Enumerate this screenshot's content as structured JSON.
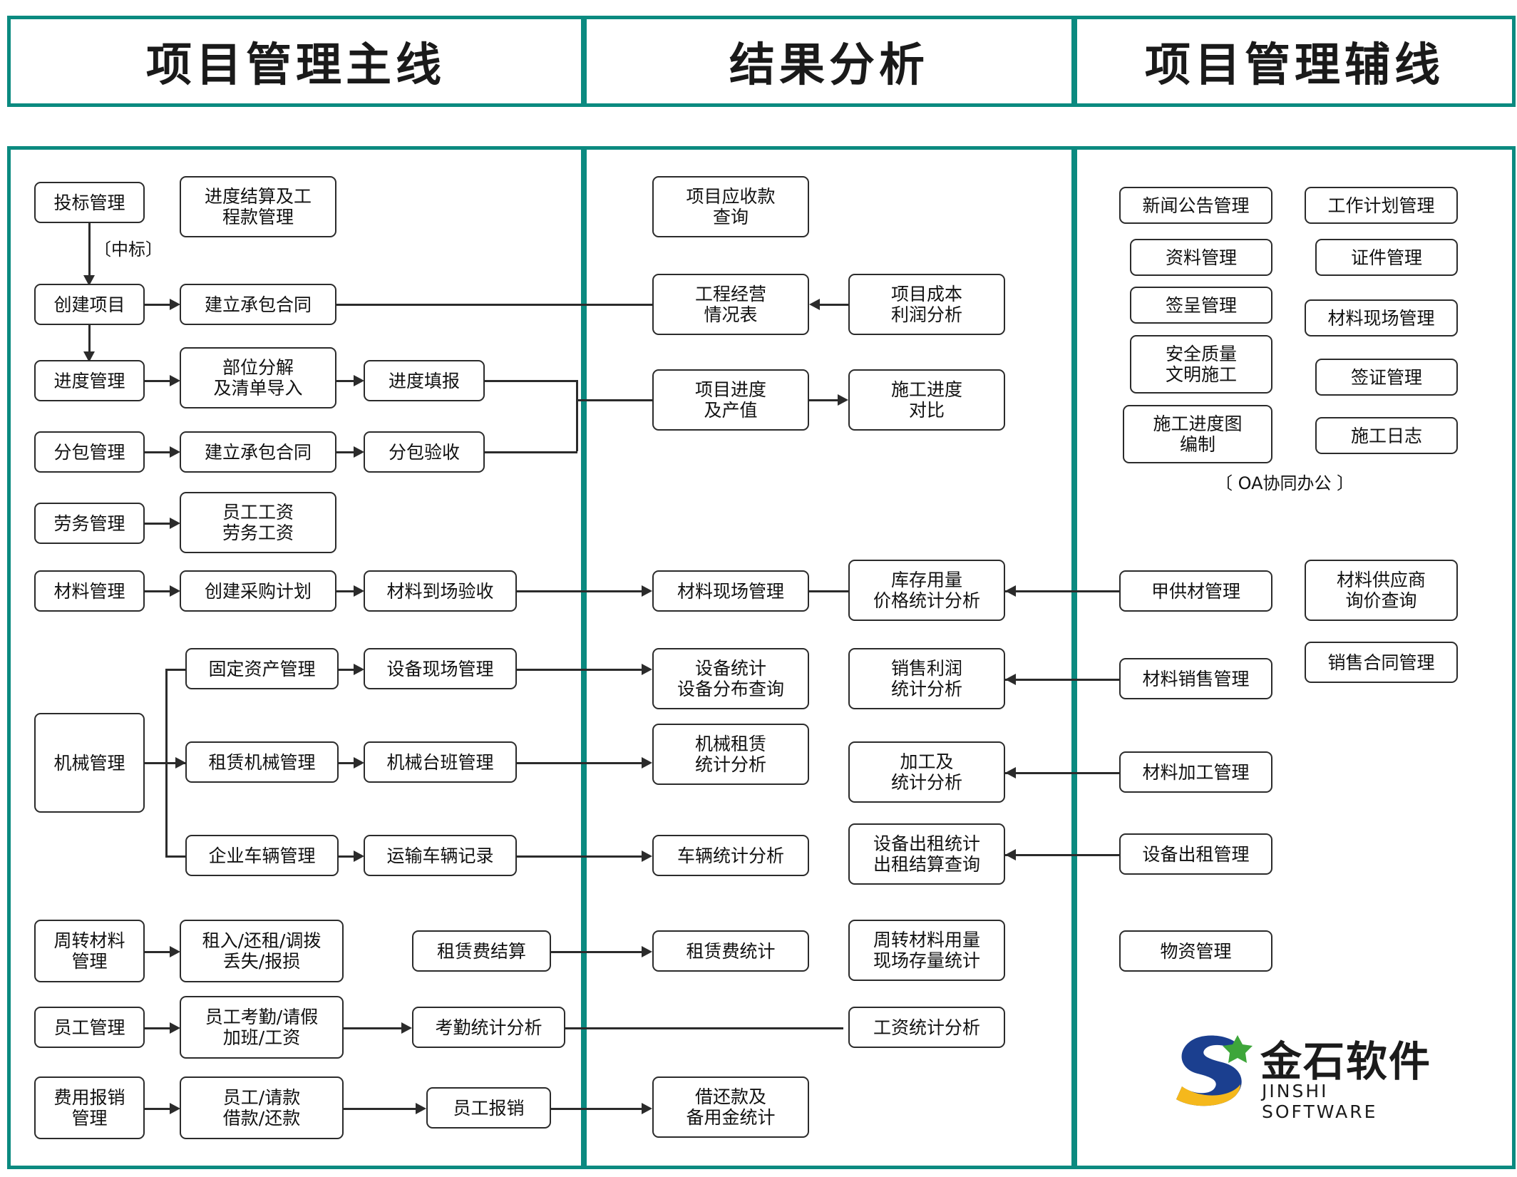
{
  "header": {
    "columns": [
      {
        "title": "项目管理主线"
      },
      {
        "title": "结果分析"
      },
      {
        "title": "项目管理辅线"
      }
    ]
  },
  "labels": {
    "win_bid": "〔中标〕",
    "oa": "〔 OA协同办公 〕"
  },
  "main_line": {
    "nodes": [
      {
        "id": "bid_mgmt",
        "label": "投标管理"
      },
      {
        "id": "progress_settle",
        "label": "进度结算及工\n程款管理"
      },
      {
        "id": "create_project",
        "label": "创建项目"
      },
      {
        "id": "build_contract_1",
        "label": "建立承包合同"
      },
      {
        "id": "progress_mgmt",
        "label": "进度管理"
      },
      {
        "id": "part_decompose",
        "label": "部位分解\n及清单导入"
      },
      {
        "id": "progress_fill",
        "label": "进度填报"
      },
      {
        "id": "subcontract_mgmt",
        "label": "分包管理"
      },
      {
        "id": "build_contract_2",
        "label": "建立承包合同"
      },
      {
        "id": "subcontract_accept",
        "label": "分包验收"
      },
      {
        "id": "labor_mgmt",
        "label": "劳务管理"
      },
      {
        "id": "staff_wage",
        "label": "员工工资\n劳务工资"
      },
      {
        "id": "material_mgmt",
        "label": "材料管理"
      },
      {
        "id": "create_purchase",
        "label": "创建采购计划"
      },
      {
        "id": "material_arrival",
        "label": "材料到场验收"
      },
      {
        "id": "machine_mgmt",
        "label": "机械管理"
      },
      {
        "id": "fixed_asset",
        "label": "固定资产管理"
      },
      {
        "id": "equip_site",
        "label": "设备现场管理"
      },
      {
        "id": "lease_machine",
        "label": "租赁机械管理"
      },
      {
        "id": "machine_shift",
        "label": "机械台班管理"
      },
      {
        "id": "company_vehicle",
        "label": "企业车辆管理"
      },
      {
        "id": "transport_record",
        "label": "运输车辆记录"
      },
      {
        "id": "turnover_material",
        "label": "周转材料\n管理"
      },
      {
        "id": "rent_return",
        "label": "租入/还租/调拨\n丢失/报损"
      },
      {
        "id": "rent_fee_settle",
        "label": "租赁费结算"
      },
      {
        "id": "staff_mgmt",
        "label": "员工管理"
      },
      {
        "id": "attendance_leave",
        "label": "员工考勤/请假\n加班/工资"
      },
      {
        "id": "attendance_stat",
        "label": "考勤统计分析"
      },
      {
        "id": "expense_reimburse",
        "label": "费用报销\n管理"
      },
      {
        "id": "staff_loan",
        "label": "员工/请款\n借款/还款"
      },
      {
        "id": "staff_reimburse",
        "label": "员工报销"
      }
    ]
  },
  "result_analysis": {
    "nodes": [
      {
        "id": "receivable_query",
        "label": "项目应收款\n查询"
      },
      {
        "id": "operation_table",
        "label": "工程经营\n情况表"
      },
      {
        "id": "cost_profit",
        "label": "项目成本\n利润分析"
      },
      {
        "id": "progress_output",
        "label": "项目进度\n及产值"
      },
      {
        "id": "construction_cmp",
        "label": "施工进度\n对比"
      },
      {
        "id": "material_site_mgmt",
        "label": "材料现场管理"
      },
      {
        "id": "stock_price_stat",
        "label": "库存用量\n价格统计分析"
      },
      {
        "id": "equip_stat",
        "label": "设备统计\n设备分布查询"
      },
      {
        "id": "sales_profit_stat",
        "label": "销售利润\n统计分析"
      },
      {
        "id": "machine_lease_stat",
        "label": "机械租赁\n统计分析"
      },
      {
        "id": "process_stat",
        "label": "加工及\n统计分析"
      },
      {
        "id": "vehicle_stat",
        "label": "车辆统计分析"
      },
      {
        "id": "equip_rent_stat",
        "label": "设备出租统计\n出租结算查询"
      },
      {
        "id": "rent_fee_stat",
        "label": "租赁费统计"
      },
      {
        "id": "turnover_stock",
        "label": "周转材料用量\n现场存量统计"
      },
      {
        "id": "wage_stat",
        "label": "工资统计分析"
      },
      {
        "id": "loan_reserve_stat",
        "label": "借还款及\n备用金统计"
      }
    ]
  },
  "aux_line": {
    "nodes": [
      {
        "id": "news_notice",
        "label": "新闻公告管理"
      },
      {
        "id": "work_plan",
        "label": "工作计划管理"
      },
      {
        "id": "doc_mgmt",
        "label": "资料管理"
      },
      {
        "id": "certificate_mgmt",
        "label": "证件管理"
      },
      {
        "id": "approval_mgmt",
        "label": "签呈管理"
      },
      {
        "id": "material_site_aux",
        "label": "材料现场管理"
      },
      {
        "id": "safety_quality",
        "label": "安全质量\n文明施工"
      },
      {
        "id": "visa_mgmt",
        "label": "签证管理"
      },
      {
        "id": "schedule_chart",
        "label": "施工进度图\n编制"
      },
      {
        "id": "construction_log",
        "label": "施工日志"
      },
      {
        "id": "owner_material",
        "label": "甲供材管理"
      },
      {
        "id": "supplier_quote",
        "label": "材料供应商\n询价查询"
      },
      {
        "id": "sales_contract",
        "label": "销售合同管理"
      },
      {
        "id": "material_sales",
        "label": "材料销售管理"
      },
      {
        "id": "material_process",
        "label": "材料加工管理"
      },
      {
        "id": "equip_rent_mgmt",
        "label": "设备出租管理"
      },
      {
        "id": "supplies_mgmt",
        "label": "物资管理"
      }
    ]
  },
  "logo": {
    "cn": "金石软件",
    "en": "JINSHI SOFTWARE",
    "mark": "S"
  },
  "colors": {
    "accent": "#0b8a80",
    "line": "#2b2b2b",
    "logo_blue": "#1b3f8f",
    "logo_yellow": "#f5b81c",
    "logo_green": "#3ea63a"
  }
}
